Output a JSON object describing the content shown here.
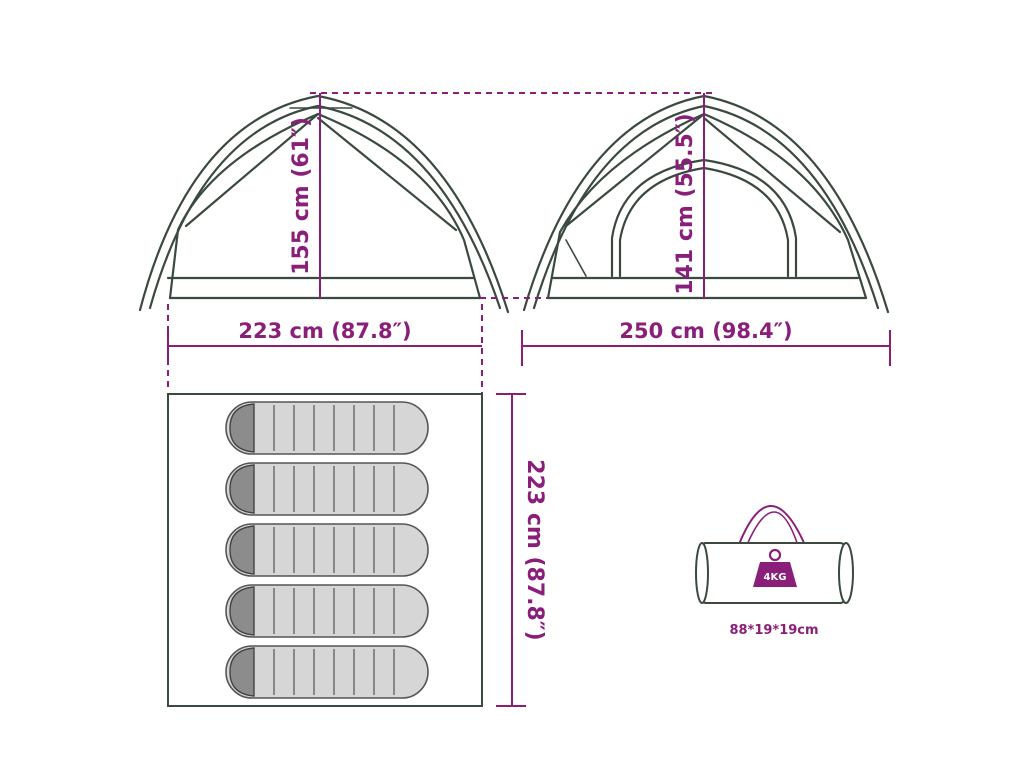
{
  "colors": {
    "accent": "#8a1f7a",
    "outline": "#3a4a3e",
    "sleeping_bag_fill": "#d6d6d6",
    "sleeping_bag_head": "#8c8c8c",
    "bag_fill": "#ffffff"
  },
  "dimensions": {
    "front_height": "155 cm (61″)",
    "side_height": "141 cm (55.5″)",
    "front_width": "223 cm (87.8″)",
    "side_length": "250 cm (98.4″)",
    "floor_depth": "223 cm (87.8″)"
  },
  "floor_plan": {
    "sleeping_bag_count": 5
  },
  "carry_bag": {
    "weight": "4KG",
    "size": "88*19*19cm",
    "icon": "weight-icon"
  }
}
